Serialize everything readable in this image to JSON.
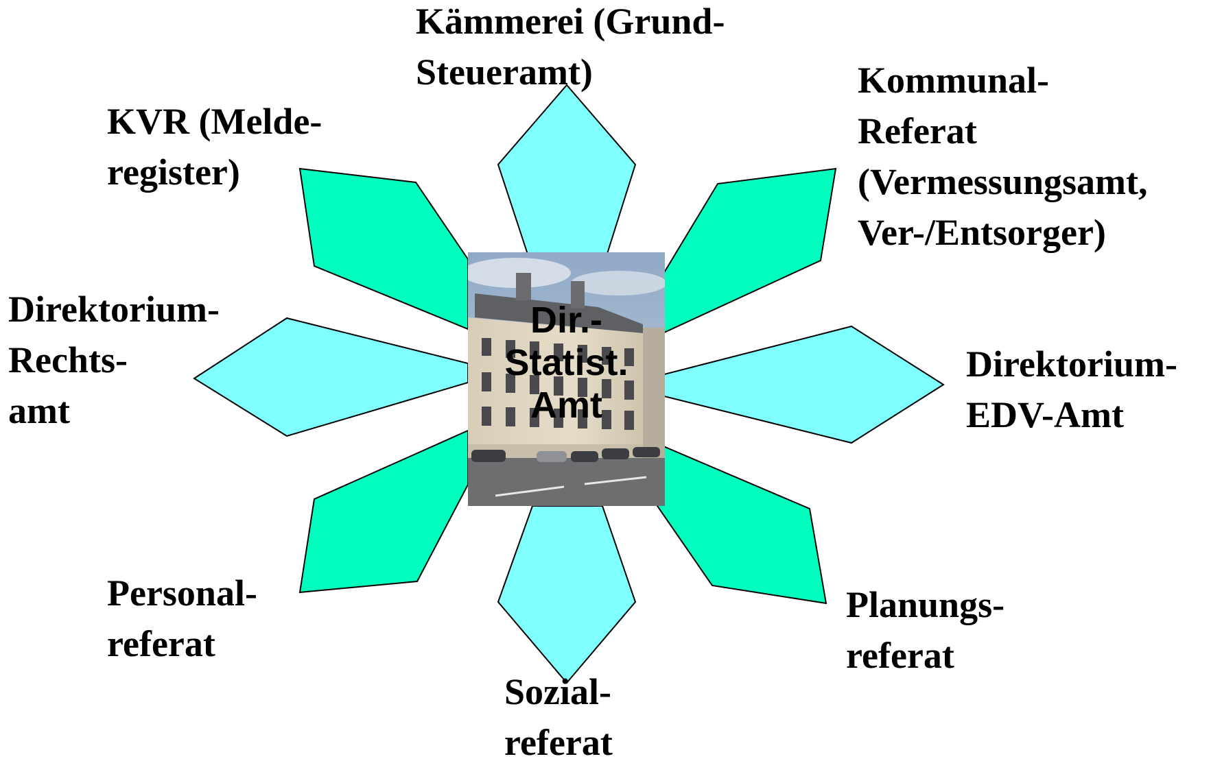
{
  "colors": {
    "petal_light": "#80FFFF",
    "petal_dark": "#00FFBF",
    "outline": "#000000"
  },
  "center": {
    "lines": [
      "Dir.-",
      "Statist.",
      "Amt"
    ],
    "image": "building-photo"
  },
  "nodes": [
    {
      "id": "kaemmerei",
      "lines": [
        "Kämmerei (Grund-",
        "Steueramt)"
      ]
    },
    {
      "id": "kommunal",
      "lines": [
        "Kommunal-",
        "Referat",
        "(Vermessungsamt,",
        "Ver-/Entsorger)"
      ]
    },
    {
      "id": "edv",
      "lines": [
        "Direktorium-",
        "EDV-Amt"
      ]
    },
    {
      "id": "planung",
      "lines": [
        "Planungs-",
        "referat"
      ]
    },
    {
      "id": "sozial",
      "lines": [
        "Sozial-",
        "referat"
      ]
    },
    {
      "id": "personal",
      "lines": [
        "Personal-",
        "referat"
      ]
    },
    {
      "id": "rechtsamt",
      "lines": [
        "Direktorium-",
        "Rechts-",
        "amt"
      ]
    },
    {
      "id": "kvr",
      "lines": [
        "KVR (Melde-",
        "register)"
      ]
    }
  ]
}
